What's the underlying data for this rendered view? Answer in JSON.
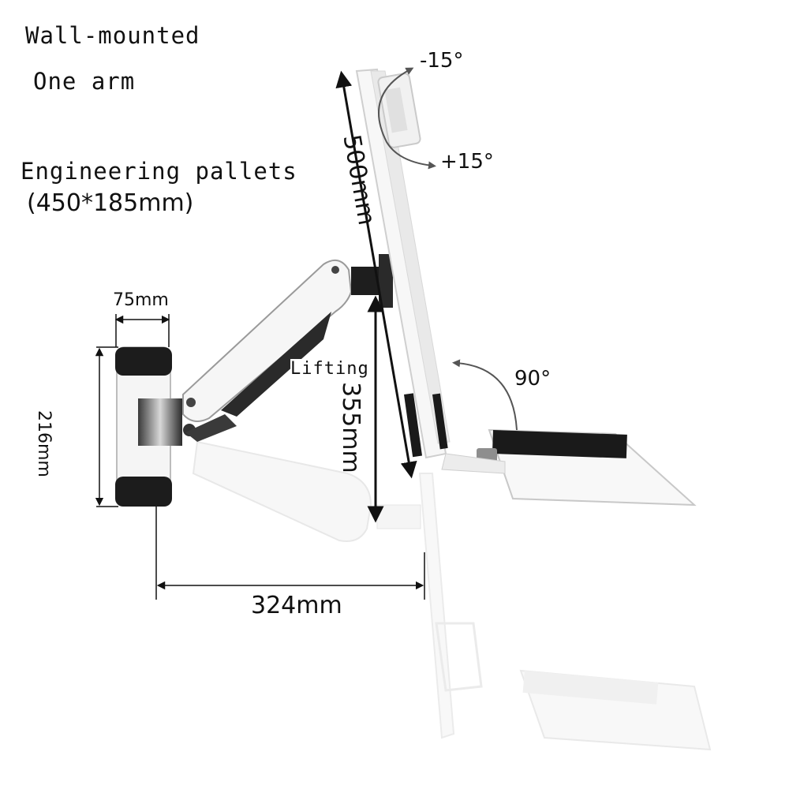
{
  "labels": {
    "title_line1": "Wall-mounted",
    "title_line2": "One arm",
    "pallet_title": "Engineering pallets",
    "pallet_size": "(450*185mm)",
    "width_75": "75mm",
    "height_216": "216mm",
    "height_500": "500mm",
    "lifting": "Lifting",
    "lift_355": "355mm",
    "reach_324": "324mm",
    "tilt_minus": "-15°",
    "tilt_plus": "+15°",
    "rotate_90": "90°"
  },
  "colors": {
    "ink": "#111111",
    "metal_dark": "#1c1c1c",
    "chrome": "#8a8a8a",
    "arm_white": "#f4f4f4",
    "ghost": "#e6e6e6"
  }
}
